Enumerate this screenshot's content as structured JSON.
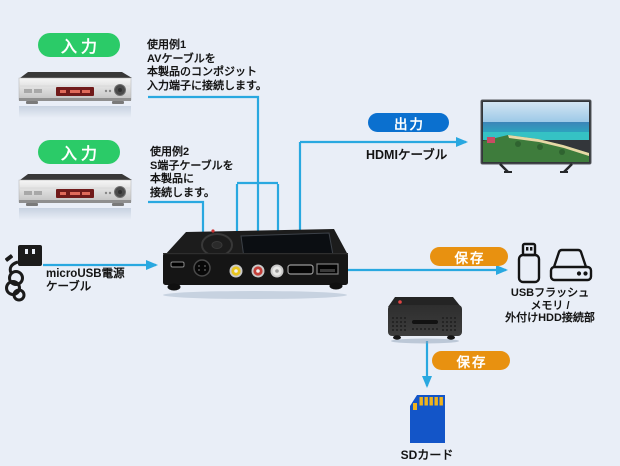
{
  "diagram": {
    "badges": {
      "input1": "入力",
      "input2": "入力",
      "output": "出力",
      "save_usb": "保存",
      "save_sd": "保存"
    },
    "usage_note_1": {
      "line1": "使用例1",
      "line2": "AVケーブルを",
      "line3": "本製品のコンポジット",
      "line4": "入力端子に接続します。"
    },
    "usage_note_2": {
      "line1": "使用例2",
      "line2": "S端子ケーブルを",
      "line3": "本製品に",
      "line4": "接続します。"
    },
    "labels": {
      "power_line1": "microUSB電源",
      "power_line2": "ケーブル",
      "hdmi": "HDMIケーブル",
      "usb_line1": "USBフラッシュ",
      "usb_line2": "メモリ /",
      "usb_line3": "外付けHDD接続部",
      "sd": "SDカード"
    },
    "colors": {
      "background": "#e9eef7",
      "input_badge": "#2bcb68",
      "output_badge": "#0b70cf",
      "save_badge": "#e89110",
      "connector_line": "#29a8e0",
      "sd_card_blue": "#1355c8"
    },
    "icons": {
      "vcr": "vcr-image",
      "tv": "tv-image",
      "power": "power-adapter-icon",
      "capture_device": "capture-device-image",
      "usb_flash": "usb-flash-icon",
      "hdd": "hdd-icon",
      "recorder_box": "recorder-box-image",
      "sd_card": "sd-card-icon"
    }
  }
}
